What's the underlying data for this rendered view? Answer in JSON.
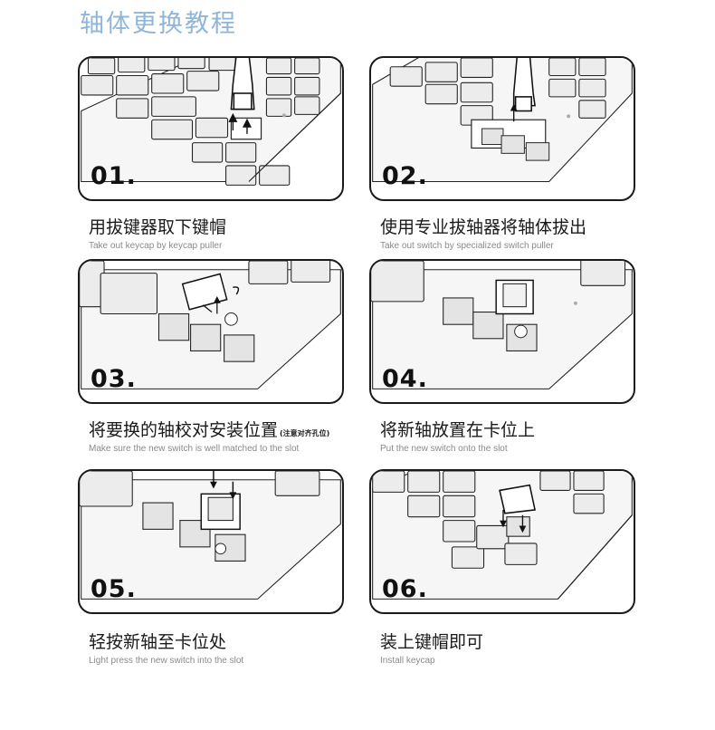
{
  "page": {
    "title": "轴体更换教程"
  },
  "steps": [
    {
      "number": "01.",
      "title": "用拔键器取下键帽",
      "subtitle": "Take out keycap by keycap puller",
      "note": ""
    },
    {
      "number": "02.",
      "title": "使用专业拔轴器将轴体拔出",
      "subtitle": "Take out switch by specialized switch puller",
      "note": ""
    },
    {
      "number": "03.",
      "title": "将要换的轴校对安装位置",
      "subtitle": "Make sure the new switch is well matched to the slot",
      "note": "(注意对齐孔位)"
    },
    {
      "number": "04.",
      "title": "将新轴放置在卡位上",
      "subtitle": "Put the new switch onto the slot",
      "note": ""
    },
    {
      "number": "05.",
      "title": "轻按新轴至卡位处",
      "subtitle": "Light press the new switch into the slot",
      "note": ""
    },
    {
      "number": "06.",
      "title": "装上键帽即可",
      "subtitle": "Install keycap",
      "note": ""
    }
  ]
}
